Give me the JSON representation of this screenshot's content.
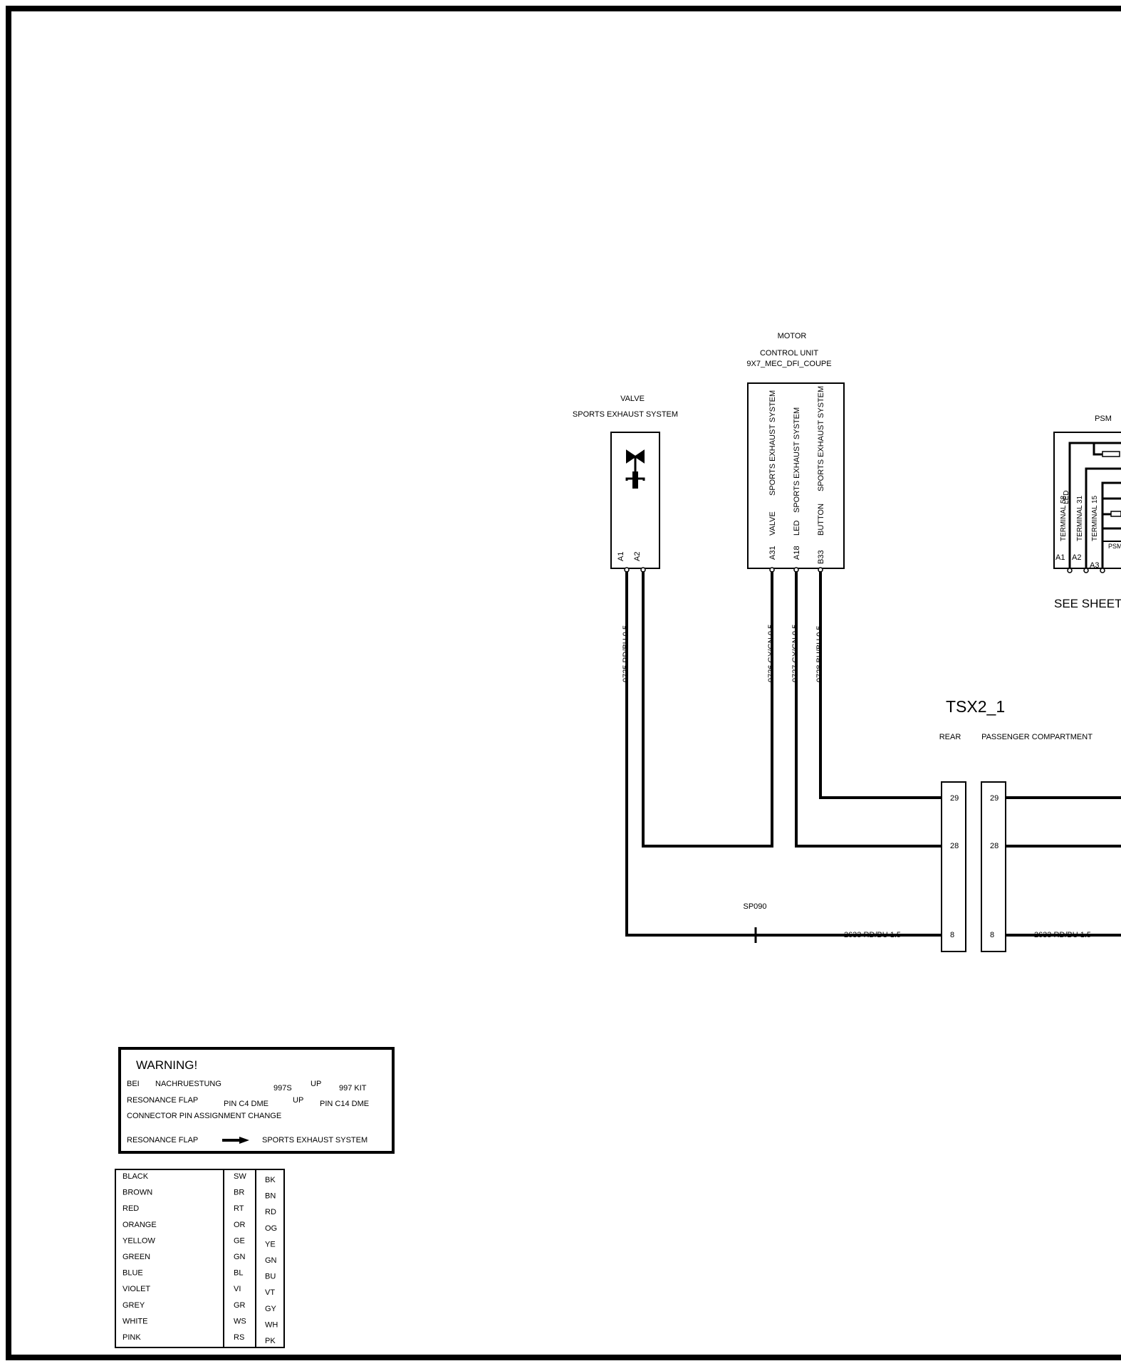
{
  "motor_control_unit": {
    "title_1": "MOTOR",
    "title_2": "CONTROL UNIT",
    "title_3": "9X7_MEC_DFI_COUPE",
    "pins": [
      {
        "pin": "A31",
        "func": "VALVE",
        "system": "SPORTS EXHAUST SYSTEM",
        "wire": "0726 GY/GN 0.5"
      },
      {
        "pin": "A18",
        "func": "LED",
        "system": "SPORTS EXHAUST SYSTEM",
        "wire": "0727 GY/GN 0.5"
      },
      {
        "pin": "B33",
        "func": "BUTTON",
        "system": "SPORTS EXHAUST SYSTEM",
        "wire": "0728 BU/BU 0.5"
      }
    ]
  },
  "valve": {
    "title_1": "VALVE",
    "title_2": "SPORTS EXHAUST SYSTEM",
    "pins": [
      "A1",
      "A2"
    ],
    "wire_a1": "0725 RD/BU 0.5"
  },
  "psm": {
    "title": "PSM",
    "labels": [
      "TERMINAL 58",
      "LED",
      "TERMINAL 31",
      "TERMINAL 15"
    ],
    "pins": [
      "A1",
      "A2",
      "A3"
    ],
    "small_label": "PSM",
    "see_sheet": "SEE SHEET"
  },
  "connector": {
    "title": "TSX2_1",
    "rear": "REAR",
    "passenger": "PASSENGER COMPARTMENT",
    "pins": [
      "29",
      "28",
      "8"
    ],
    "wire_8": "2633 RD/BU 1.5"
  },
  "splice": "SP090",
  "warning": {
    "title": "WARNING!",
    "row1": [
      "BEI",
      "NACHRUESTUNG",
      "997S",
      "UP",
      "997 KIT"
    ],
    "row2": [
      "RESONANCE FLAP",
      "PIN C4 DME",
      "UP",
      "PIN C14 DME"
    ],
    "row3": "CONNECTOR PIN ASSIGNMENT CHANGE",
    "row4_left": "RESONANCE FLAP",
    "row4_right": "SPORTS EXHAUST SYSTEM"
  },
  "color_legend": [
    {
      "name": "BLACK",
      "de": "SW",
      "en": "BK"
    },
    {
      "name": "BROWN",
      "de": "BR",
      "en": "BN"
    },
    {
      "name": "RED",
      "de": "RT",
      "en": "RD"
    },
    {
      "name": "ORANGE",
      "de": "OR",
      "en": "OG"
    },
    {
      "name": "YELLOW",
      "de": "GE",
      "en": "YE"
    },
    {
      "name": "GREEN",
      "de": "GN",
      "en": "GN"
    },
    {
      "name": "BLUE",
      "de": "BL",
      "en": "BU"
    },
    {
      "name": "VIOLET",
      "de": "VI",
      "en": "VT"
    },
    {
      "name": "GREY",
      "de": "GR",
      "en": "GY"
    },
    {
      "name": "WHITE",
      "de": "WS",
      "en": "WH"
    },
    {
      "name": "PINK",
      "de": "RS",
      "en": "PK"
    }
  ]
}
